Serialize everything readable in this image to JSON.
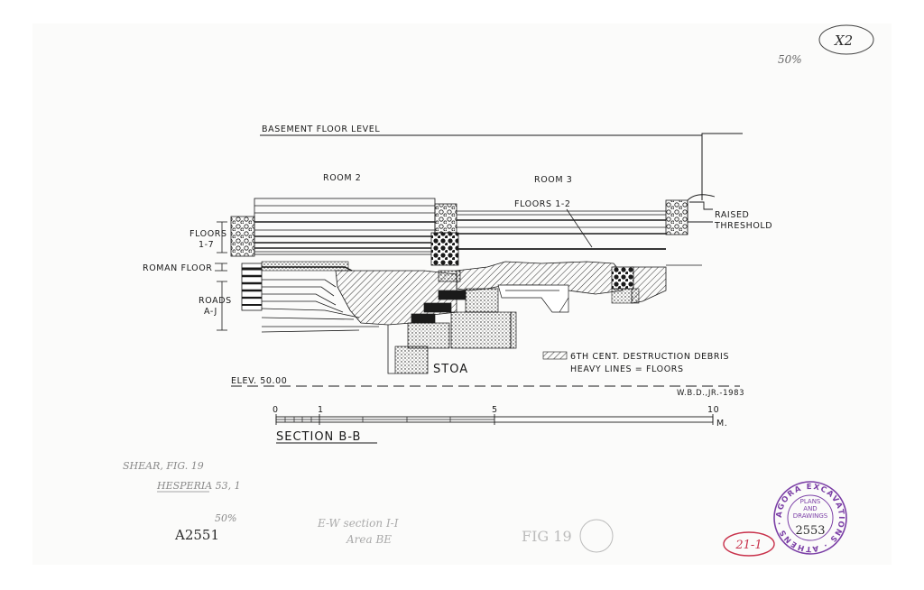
{
  "drawing": {
    "basement_floor_level": "BASEMENT FLOOR LEVEL",
    "room2": "ROOM 2",
    "room3": "ROOM 3",
    "floors_1_2": "FLOORS 1-2",
    "raised_threshold_1": "RAISED",
    "raised_threshold_2": "THRESHOLD",
    "floors_1_7_a": "FLOORS",
    "floors_1_7_b": "1-7",
    "roman_floor": "ROMAN FLOOR",
    "roads_a": "ROADS",
    "roads_b": "A-J",
    "stoa": "STOA",
    "legend_debris": "6TH CENT. DESTRUCTION DEBRIS",
    "legend_floors": "HEAVY LINES = FLOORS",
    "elev": "ELEV. 50.00",
    "signature": "W.B.D.,JR.-1983",
    "section_title": "SECTION B-B",
    "scale_ticks": [
      "0",
      "1",
      "5",
      "10"
    ],
    "scale_unit": "M."
  },
  "annotations": {
    "top_pct": "50%",
    "top_code": "X2",
    "shear_1": "SHEAR, FIG. 19",
    "shear_2": "HESPERIA 53, 1",
    "pct_bottom": "50%",
    "accession": "A2551",
    "ew_1": "E-W section I-I",
    "ew_2": "Area BE",
    "fig": "FIG 19",
    "stamp_ring": "AGORA EXCAVATIONS · ATHENS ·",
    "stamp_center_1": "PLANS",
    "stamp_center_2": "AND",
    "stamp_center_3": "DRAWINGS",
    "stamp_number": "2553",
    "red_code": "21-1"
  },
  "colors": {
    "ink": "#1a1a1a",
    "stamp": "#7b3fa6",
    "red": "#c8304a",
    "pencil": "#8a8a8a"
  }
}
